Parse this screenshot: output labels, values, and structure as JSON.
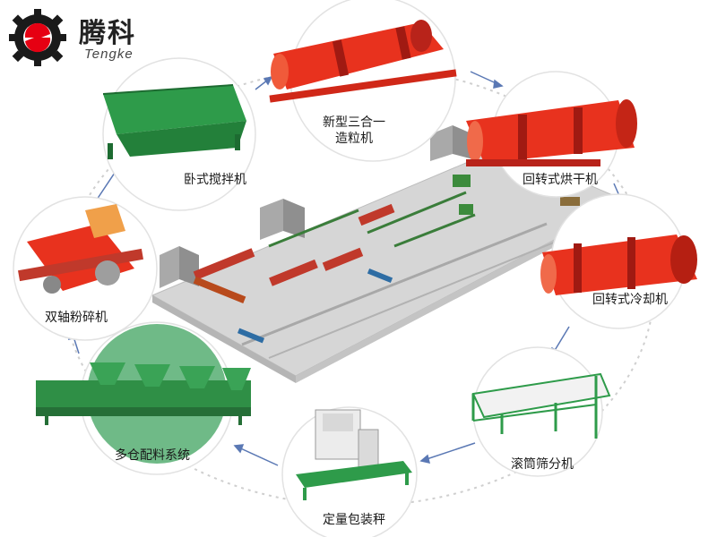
{
  "brand": {
    "name_cn": "腾科",
    "name_en": "Tengke",
    "colors": {
      "red": "#e60012",
      "dark": "#1a1a1a"
    }
  },
  "equipment": [
    {
      "id": "granulator",
      "label_line1": "新型三合一",
      "label_line2": "造粒机",
      "color": "#e8321e"
    },
    {
      "id": "dryer",
      "label": "回转式烘干机",
      "color": "#e8321e"
    },
    {
      "id": "cooler",
      "label": "回转式冷却机",
      "color": "#e8321e"
    },
    {
      "id": "screener",
      "label": "滚筒筛分机",
      "color": "#2e9b4a"
    },
    {
      "id": "packing",
      "label": "定量包装秤",
      "color": "#2e9b4a"
    },
    {
      "id": "batching",
      "label": "多仓配料系统",
      "color": "#2e9b4a"
    },
    {
      "id": "crusher",
      "label": "双轴粉碎机",
      "color": "#e8321e"
    },
    {
      "id": "mixer",
      "label": "卧式搅拌机",
      "color": "#2e9b4a"
    }
  ],
  "flow": "clockwise",
  "colors": {
    "ring": "#c8c8c8",
    "arrow": "#5a78b4",
    "floor": "#d9d9d9",
    "machine_red": "#e8321e",
    "machine_green": "#2e9b4a"
  }
}
